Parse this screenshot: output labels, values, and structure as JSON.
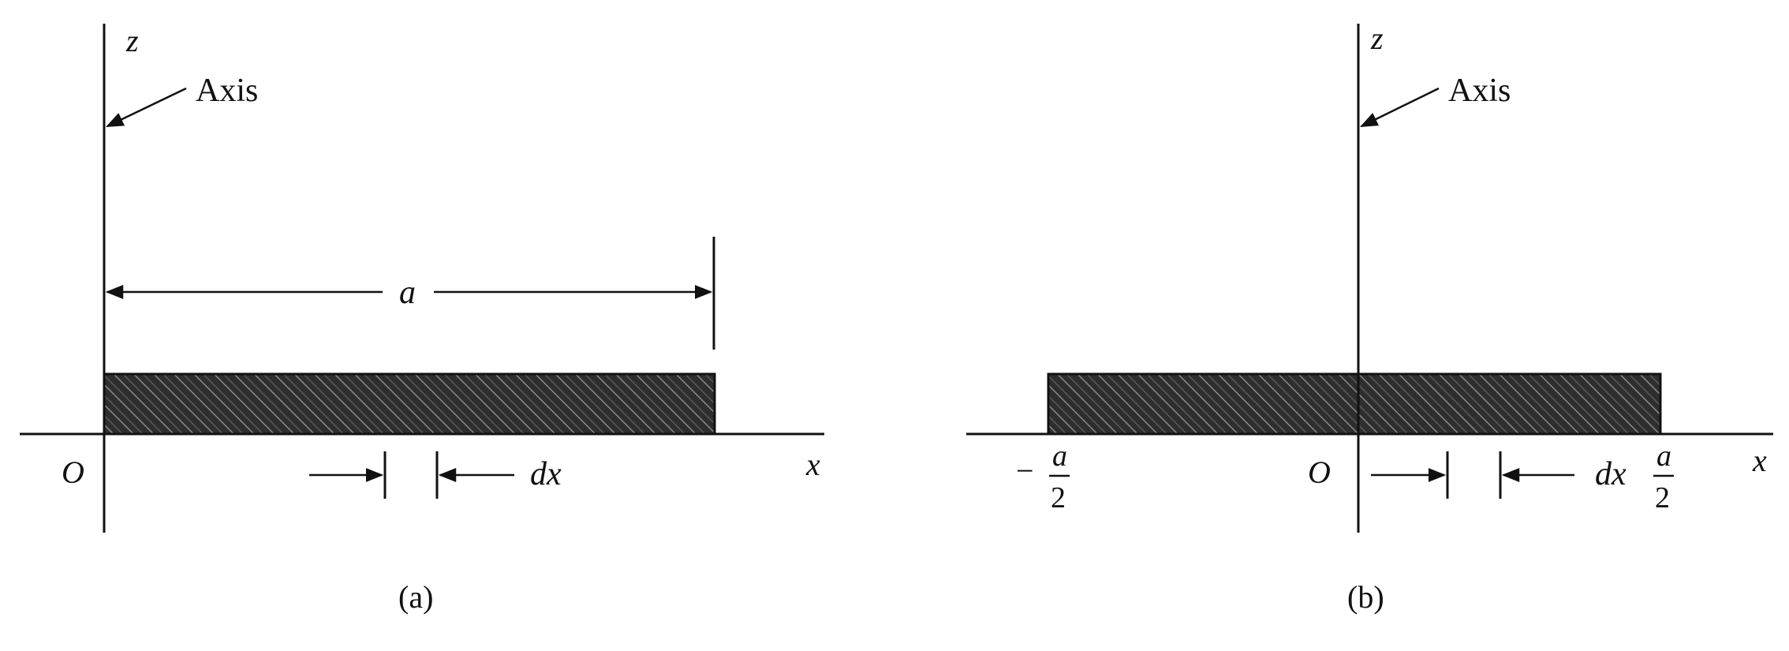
{
  "panel_a": {
    "caption": "(a)",
    "z_label": "z",
    "x_label": "x",
    "origin_label": "O",
    "axis_label": "Axis",
    "length_label": "a",
    "dx_label": "dx"
  },
  "panel_b": {
    "caption": "(b)",
    "z_label": "z",
    "x_label": "x",
    "origin_label": "O",
    "axis_label": "Axis",
    "dx_label": "dx",
    "left_end_sign": "−",
    "end_numerator": "a",
    "end_denominator": "2"
  },
  "colors": {
    "ink": "#111111",
    "bar_fill": "#3a3a3a",
    "background": "#ffffff"
  }
}
